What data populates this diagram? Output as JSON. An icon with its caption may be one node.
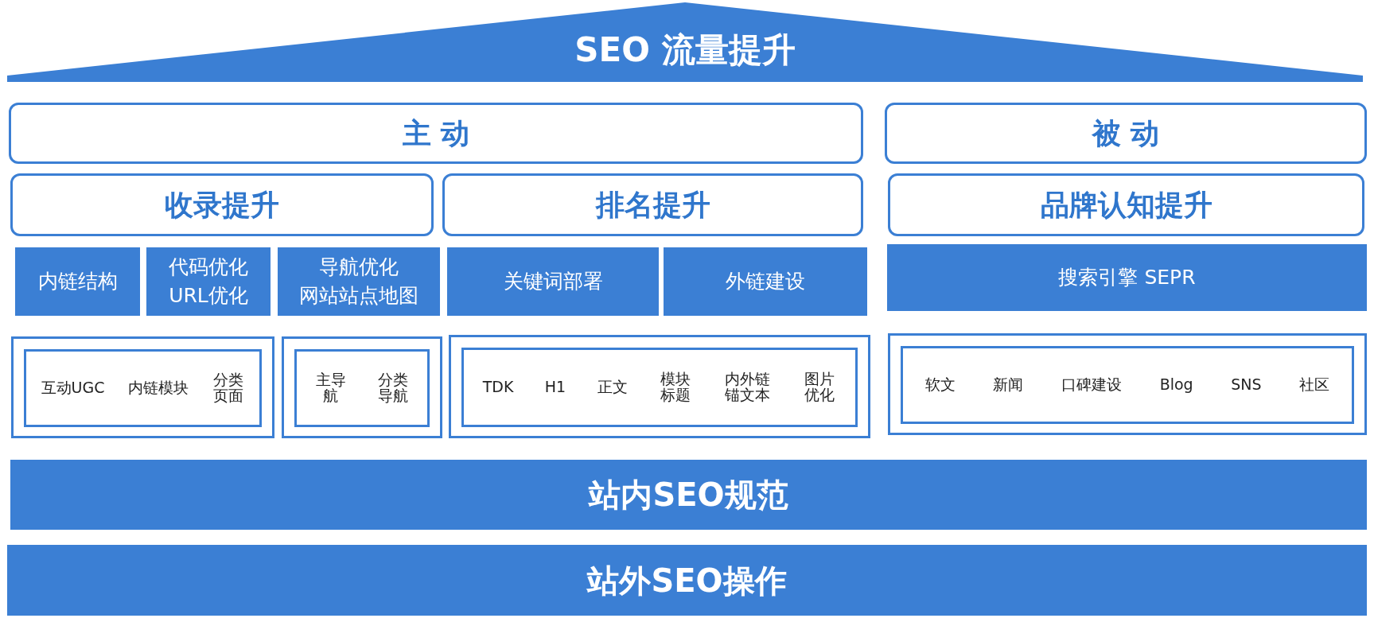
{
  "diagram": {
    "nodes": [
      {
        "text": [
          "SEO 流量提升"
        ]
      },
      {
        "text": [
          "主 动"
        ]
      },
      {
        "text": [
          "被 动"
        ]
      },
      {
        "text": [
          "收录提升"
        ]
      },
      {
        "text": [
          "排名提升"
        ]
      },
      {
        "text": [
          "品牌认知提升"
        ]
      },
      {
        "text": [
          "内链结构"
        ]
      },
      {
        "text": [
          "代码优化",
          "URL优化"
        ]
      },
      {
        "text": [
          "导航优化",
          "网站站点地图"
        ]
      },
      {
        "text": [
          "关键词部署"
        ]
      },
      {
        "text": [
          "外链建设"
        ]
      },
      {
        "text": [
          "搜索引擎 SEPR"
        ]
      },
      {
        "text": [],
        "shape": "box"
      },
      {
        "text": [
          "互动UGC",
          "内链模块",
          "分类页面"
        ],
        "in": 12
      },
      {
        "text": [],
        "shape": "box"
      },
      {
        "text": [
          "主导航",
          "分类导航"
        ],
        "in": 14
      },
      {
        "text": [],
        "shape": "box"
      },
      {
        "text": [
          "TDK",
          "H1",
          "正文",
          "模块标题",
          "内外链锚文本",
          "图片优化"
        ],
        "in": 16
      },
      {
        "text": [],
        "shape": "box"
      },
      {
        "text": [
          "软文",
          "新闻",
          "口碑建设",
          "Blog",
          "SNS",
          "社区"
        ],
        "in": 18
      },
      {
        "text": [
          "站内SEO规范"
        ]
      },
      {
        "text": [
          "站外SEO操作"
        ]
      }
    ]
  }
}
